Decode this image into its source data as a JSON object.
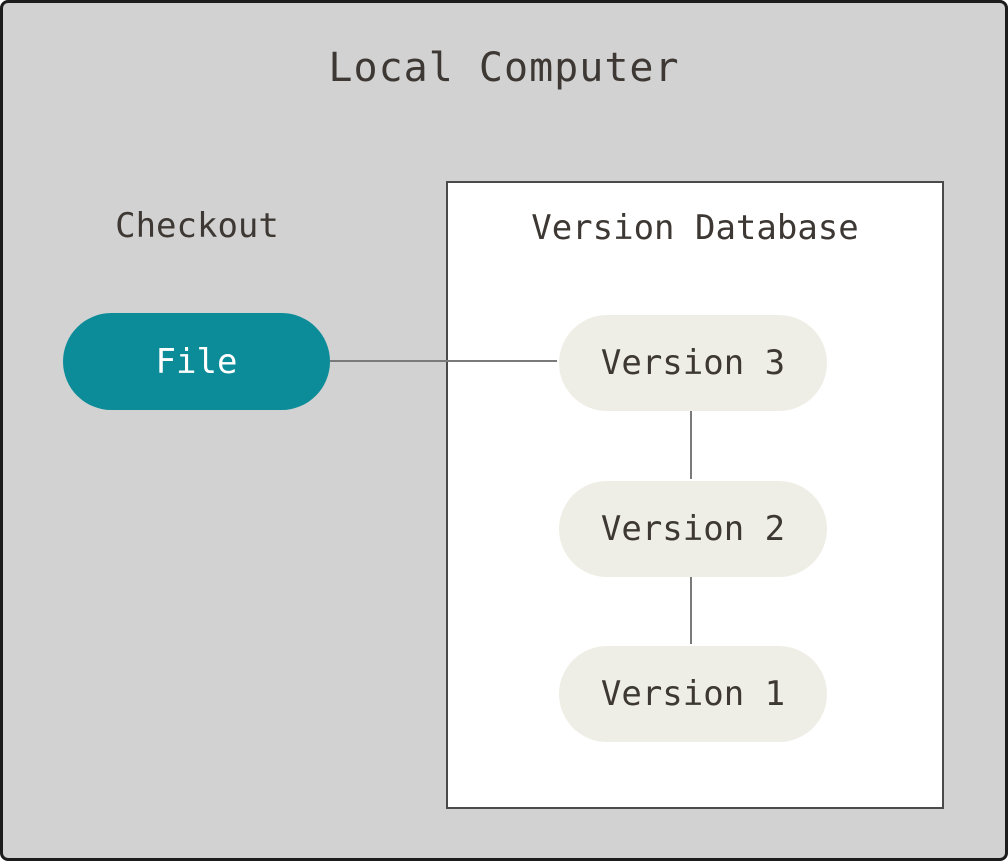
{
  "diagram": {
    "title": "Local Computer",
    "checkout_label": "Checkout",
    "file_node": {
      "label": "File",
      "fill_color": "#0c8c99",
      "text_color": "#ffffff"
    },
    "version_database": {
      "title": "Version Database",
      "versions": [
        "Version 3",
        "Version 2",
        "Version 1"
      ],
      "node_fill_color": "#efeee6"
    },
    "colors": {
      "background": "#d2d2d2",
      "text": "#3d3833",
      "connector_line": "#7a7a7a",
      "box_border": "#4a4a4a"
    }
  }
}
